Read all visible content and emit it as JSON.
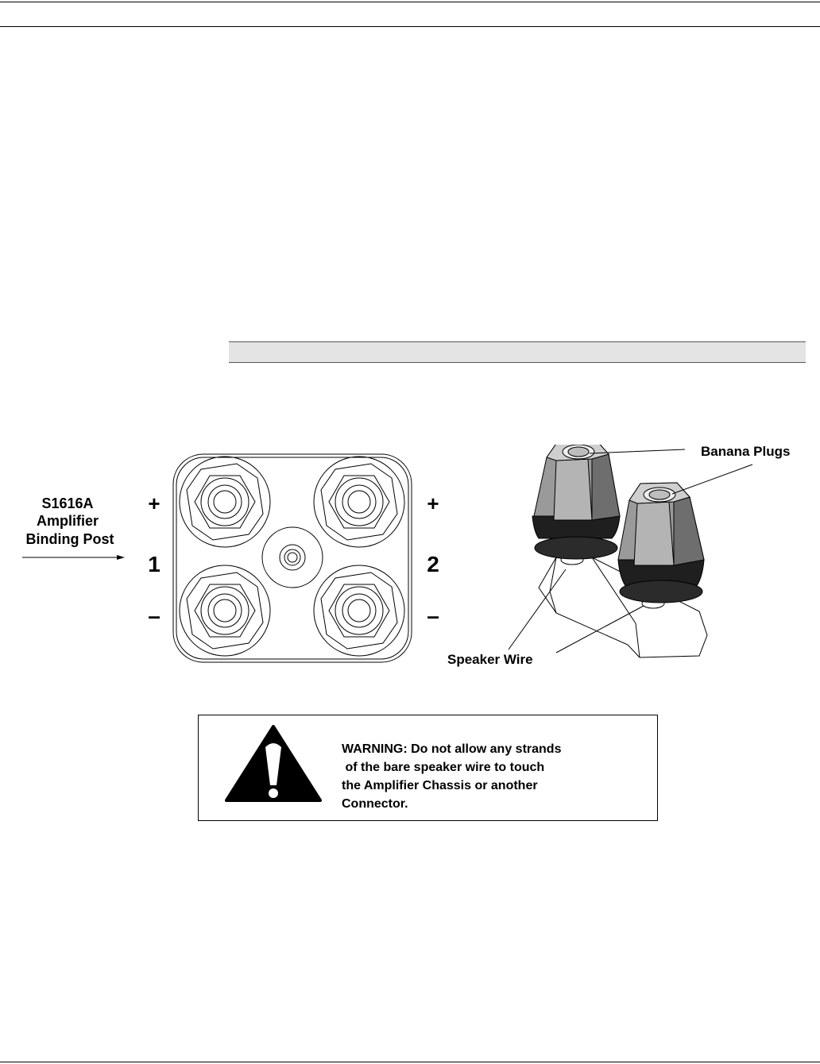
{
  "figure": {
    "amplifier_label": [
      "S1616A",
      "Amplifier",
      "Binding Post"
    ],
    "channel_1": "1",
    "channel_2": "2",
    "plus_sign": "+",
    "minus_sign": "–",
    "banana_plugs_label": "Banana Plugs",
    "speaker_wire_label": "Speaker Wire"
  },
  "warning": {
    "icon": "warning-exclamation-icon",
    "lines": [
      "WARNING: Do not allow any strands",
      " of the bare speaker wire to touch",
      "the Amplifier Chassis or another",
      "Connector."
    ]
  }
}
